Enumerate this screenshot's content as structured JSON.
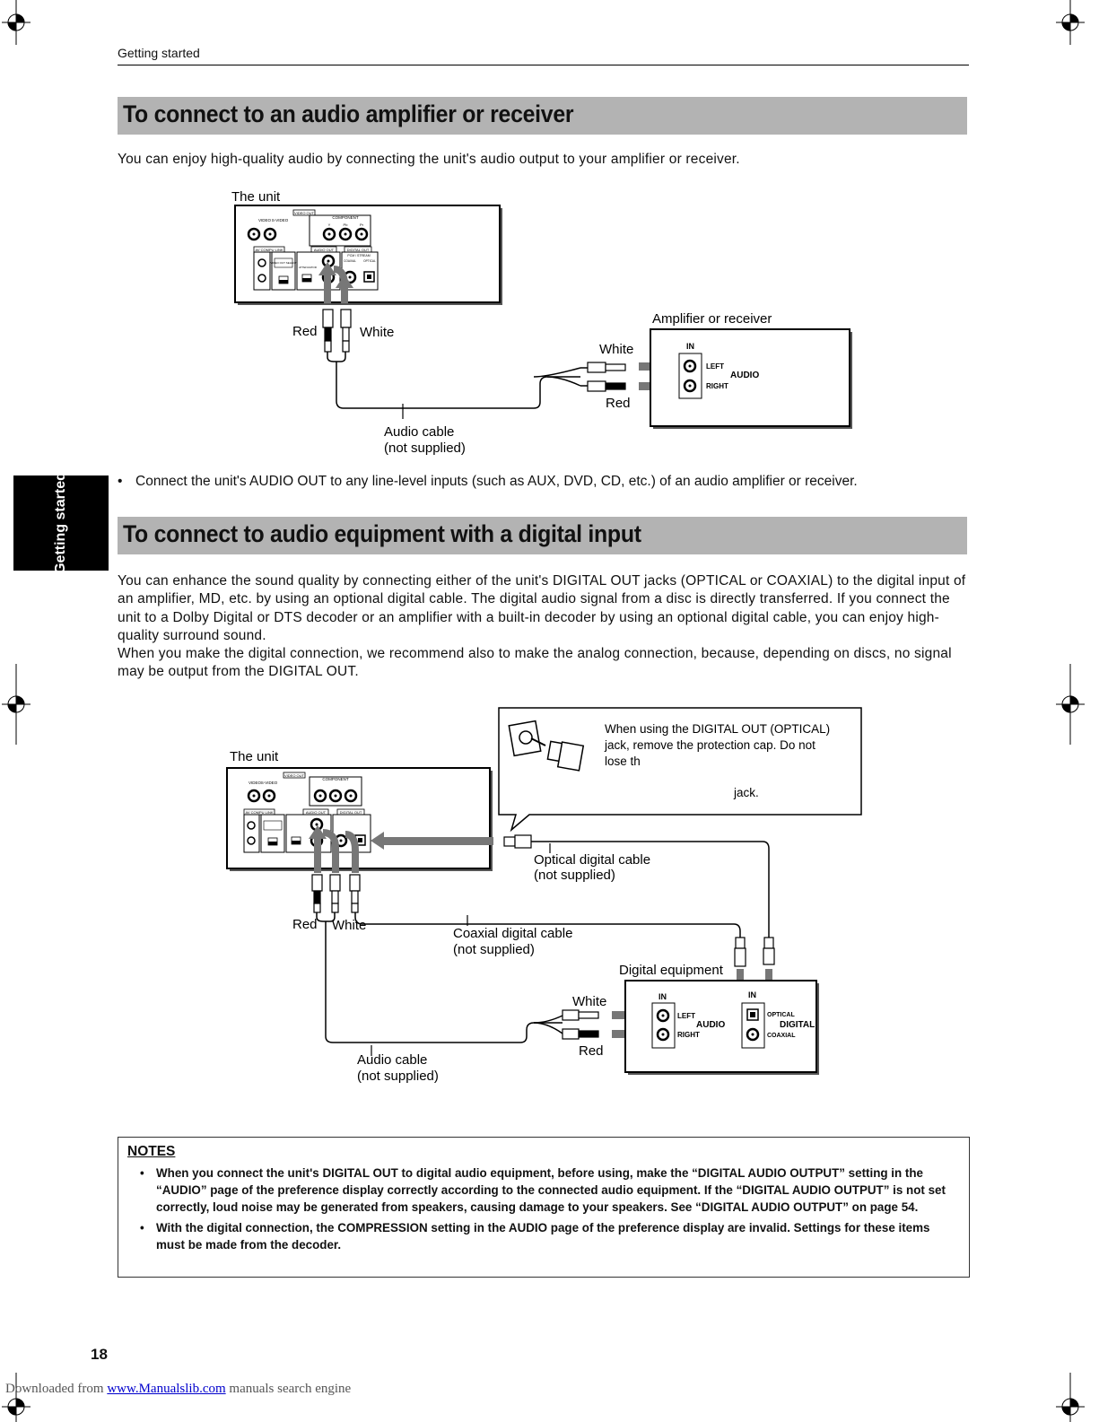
{
  "header": {
    "running_head": "Getting started"
  },
  "side_tab": {
    "label": "Getting started"
  },
  "section1": {
    "title": "To connect to an audio amplifier or receiver",
    "intro": "You can enjoy high-quality audio by connecting the unit's audio output to your amplifier or receiver.",
    "diagram": {
      "unit_label": "The unit",
      "amp_label": "Amplifier or receiver",
      "red_left": "Red",
      "white_left": "White",
      "white_right": "White",
      "red_right": "Red",
      "cable_line1": "Audio cable",
      "cable_line2": "(not supplied)",
      "in_label": "IN",
      "left_label": "LEFT",
      "right_label": "RIGHT",
      "audio_label": "AUDIO",
      "panel_video_out": "VIDEO OUT",
      "panel_video": "VIDEO",
      "panel_svideo": "S-VIDEO",
      "panel_component": "COMPONENT",
      "panel_y": "Y",
      "panel_pb": "Pb",
      "panel_pr": "Pr",
      "panel_av_compulink": "AV COMPU LINK",
      "panel_audio_out": "AUDIO OUT",
      "panel_digital_out": "DIGITAL OUT",
      "panel_pcm_stream": "PCM / STREAM",
      "panel_coaxial": "COAXIAL",
      "panel_optical": "OPTICAL",
      "panel_video_out_select": "VIDEO OUT SELECT",
      "panel_attenuator": "ATTENUATOR"
    },
    "bullet": "Connect the unit's AUDIO OUT to any line-level inputs (such as AUX, DVD, CD, etc.) of an audio amplifier or receiver."
  },
  "section2": {
    "title": "To connect to audio equipment with a digital input",
    "paragraph1": "You can enhance the sound quality by connecting either of the unit's DIGITAL OUT jacks (OPTICAL or COAXIAL) to the digital input of an amplifier, MD, etc. by using an optional digital cable. The digital audio signal from a disc is directly transferred. If you connect the unit to a Dolby Digital or DTS decoder or an amplifier with a built-in decoder by using an optional digital cable, you can enjoy high-quality surround sound.",
    "paragraph2": "When you make the digital connection, we recommend also to make the analog connection, because, depending on discs, no signal may be output from the DIGITAL OUT.",
    "diagram": {
      "unit_label": "The unit",
      "callout_line1": "When using the DIGITAL OUT (OPTICAL)",
      "callout_line2": "jack, remove the protection cap. Do not",
      "callout_line3": "lose th",
      "callout_line4": "jack.",
      "optical_line1": "Optical digital cable",
      "optical_line2": "(not supplied)",
      "coax_line1": "Coaxial digital cable",
      "coax_line2": "(not supplied)",
      "red_left": "Red",
      "white_left": "White",
      "digital_equipment": "Digital equipment",
      "white_right": "White",
      "red_right": "Red",
      "cable_line1": "Audio cable",
      "cable_line2": "(not supplied)",
      "in_label": "IN",
      "left_label": "LEFT",
      "right_label": "RIGHT",
      "audio_label": "AUDIO",
      "optical_label": "OPTICAL",
      "coaxial_label": "COAXIAL",
      "digital_label": "DIGITAL"
    }
  },
  "notes": {
    "title": "NOTES",
    "items": [
      "When you connect the unit's DIGITAL OUT to digital audio equipment, before using, make the “DIGITAL AUDIO OUTPUT” setting in the “AUDIO” page of the preference display correctly according to the connected audio equipment. If the “DIGITAL AUDIO OUTPUT” is not set correctly, loud noise may be generated from speakers, causing damage to your speakers.  See “DIGITAL AUDIO OUTPUT” on page 54.",
      "With the digital connection, the COMPRESSION setting in the AUDIO page of the preference display are invalid. Settings for these items must be made from the decoder."
    ]
  },
  "page_number": "18",
  "footer": {
    "prefix": "Downloaded from ",
    "link": "www.Manualslib.com",
    "suffix": " manuals search engine"
  }
}
